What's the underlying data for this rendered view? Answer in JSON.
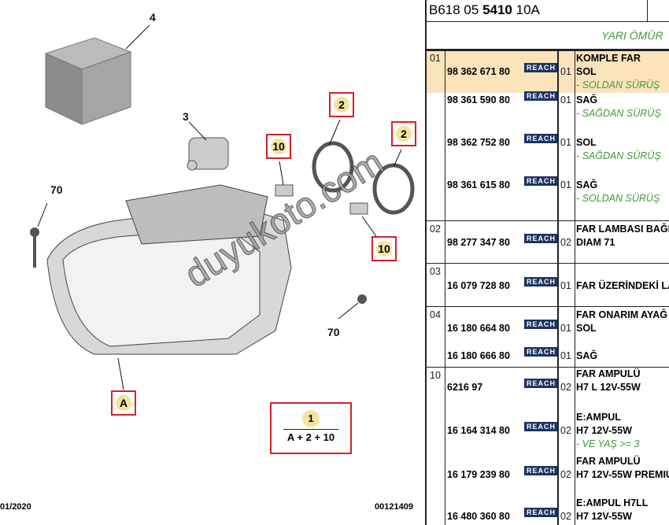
{
  "diagram": {
    "labels": [
      "4",
      "3",
      "70",
      "70"
    ],
    "boxed": [
      "10",
      "2",
      "2",
      "10",
      "A"
    ],
    "formula": {
      "top": "1",
      "bottom": "A + 2 + 10"
    },
    "footer_left": "01/2020",
    "footer_right": "00121409",
    "watermark": "duyukoto.com"
  },
  "table": {
    "code_prefix": "B618 05 ",
    "code_bold": "5410",
    "code_suffix": " 10A",
    "subheader": "YARI ÖMÜR",
    "reach": "REACH",
    "groups": [
      {
        "item": "01",
        "rows": [
          {
            "part": "98 362 671 80",
            "qty": "01",
            "desc": [
              "KOMPLE FAR",
              "SOL"
            ],
            "note": "- SOLDAN SÜRÜŞ"
          },
          {
            "part": "98 361 590 80",
            "qty": "01",
            "desc": [
              "SAĞ"
            ],
            "note": "- SAĞDAN SÜRÜŞ"
          },
          {
            "part": "98 362 752 80",
            "qty": "01",
            "desc": [
              "SOL"
            ],
            "note": "- SAĞDAN SÜRÜŞ"
          },
          {
            "part": "98 361 615 80",
            "qty": "01",
            "desc": [
              "SAĞ"
            ],
            "note": "- SOLDAN SÜRÜŞ"
          }
        ]
      },
      {
        "item": "02",
        "rows": [
          {
            "part": "98 277 347 80",
            "qty": "02",
            "desc": [
              "FAR LAMBASI BAĞL",
              "DIAM 71"
            ]
          }
        ]
      },
      {
        "item": "03",
        "rows": [
          {
            "part": "16 079 728 80",
            "qty": "01",
            "desc": [
              "FAR ÜZERİNDEKİ LA"
            ]
          }
        ]
      },
      {
        "item": "04",
        "rows": [
          {
            "part": "16 180 664 80",
            "qty": "01",
            "desc": [
              "FAR ONARIM AYAĞ",
              "SOL"
            ]
          },
          {
            "part": "16 180 666 80",
            "qty": "01",
            "desc": [
              "SAĞ"
            ]
          }
        ]
      },
      {
        "item": "10",
        "rows": [
          {
            "part": "6216 97",
            "qty": "02",
            "desc": [
              "FAR AMPULÜ",
              "H7 L 12V-55W"
            ]
          },
          {
            "part": "16 164 314 80",
            "qty": "02",
            "desc": [
              "E:AMPUL",
              "H7 12V-55W"
            ],
            "note": "- VE YAŞ >= 3"
          },
          {
            "part": "16 179 239 80",
            "qty": "02",
            "desc": [
              "FAR AMPULÜ",
              "H7 12V-55W PREMIU"
            ]
          },
          {
            "part": "16 480 360 80",
            "qty": "02",
            "desc": [
              "E:AMPUL H7LL",
              "H7 12V-55W"
            ]
          }
        ]
      }
    ],
    "highlight": "#fbe3bc",
    "note_color": "#3f9a3a",
    "reach_color": "#1d3461"
  }
}
